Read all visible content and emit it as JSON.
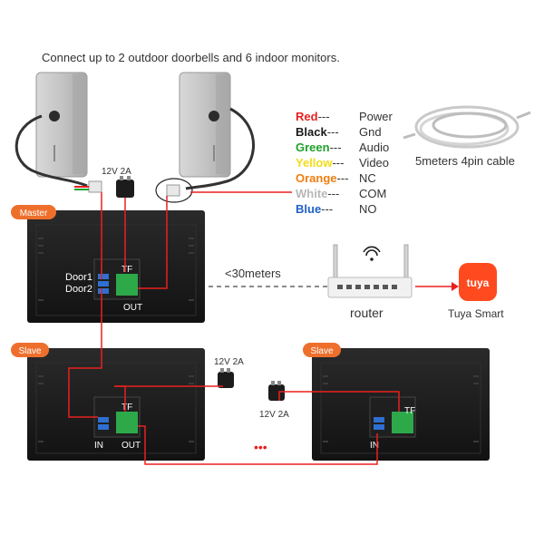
{
  "header": "Connect up to 2 outdoor doorbells and 6 indoor monitors.",
  "wire_legend": [
    {
      "color_word": "Red",
      "color": "#e8201f",
      "function": "Power"
    },
    {
      "color_word": "Black",
      "color": "#1a1a1a",
      "function": "Gnd"
    },
    {
      "color_word": "Green",
      "color": "#1ea22a",
      "function": "Audio"
    },
    {
      "color_word": "Yellow",
      "color": "#f2dc1a",
      "function": "Video"
    },
    {
      "color_word": "Orange",
      "color": "#ef7d10",
      "function": "NC"
    },
    {
      "color_word": "White",
      "color": "#b8b8b8",
      "function": "COM"
    },
    {
      "color_word": "Blue",
      "color": "#1f5fc9",
      "function": "NO"
    }
  ],
  "legend_dash": "---",
  "cable_label": "5meters 4pin cable",
  "power_label": "12V 2A",
  "master": {
    "badge": "Master",
    "door1": "Door1",
    "door2": "Door2",
    "tf": "TF",
    "out": "OUT"
  },
  "distance_label": "<30meters",
  "router_label": "router",
  "tuya": {
    "logo_text": "tuya",
    "label": "Tuya Smart"
  },
  "slave_left": {
    "badge": "Slave",
    "tf": "TF",
    "in": "IN",
    "out": "OUT"
  },
  "slave_right": {
    "badge": "Slave",
    "tf": "TF",
    "in": "IN"
  },
  "ellipsis": "•••",
  "colors": {
    "wire_red": "#e8201f",
    "badge_orange": "#ee6f2c",
    "tuya_red": "#ff4a1f",
    "monitor": "#1b1b1b"
  }
}
